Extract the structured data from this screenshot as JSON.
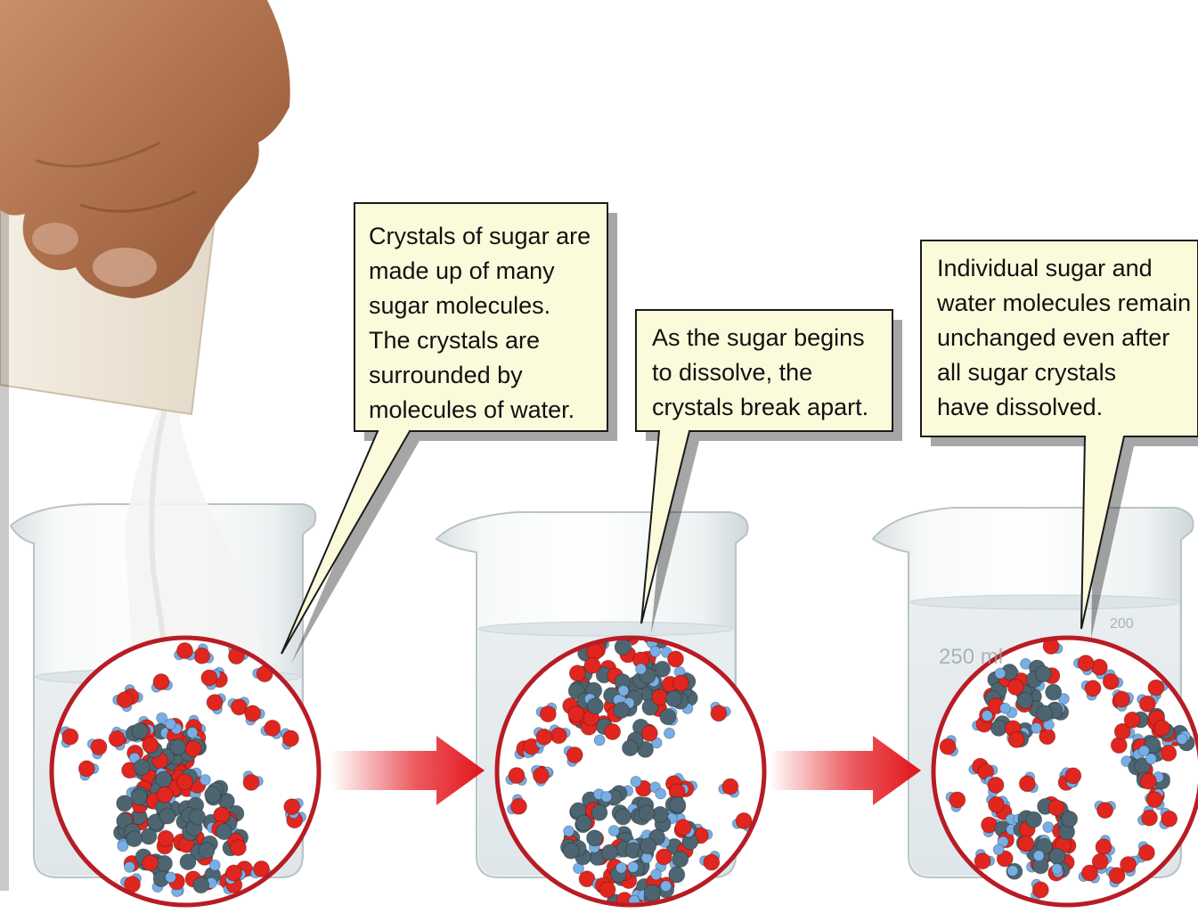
{
  "callouts": {
    "crystals": {
      "lines": [
        "Crystals of sugar are",
        "made up of many",
        "sugar molecules.",
        "The crystals are",
        "surrounded by",
        "molecules of water."
      ]
    },
    "dissolve": {
      "lines": [
        "As the sugar begins",
        "to dissolve, the",
        "crystals break apart."
      ]
    },
    "unchanged": {
      "lines": [
        "Individual sugar and",
        "water molecules remain",
        "unchanged even after",
        "all sugar crystals",
        "have dissolved."
      ]
    }
  },
  "beaker_markings": {
    "volume": "250 ml",
    "graduation": "200"
  },
  "colors": {
    "callout_fill": "#fbfbdc",
    "callout_border": "#1a1a1a",
    "oxygen_atom": "#e0261e",
    "hydrogen_atom": "#78aee6",
    "carbon_atom": "#4d6570",
    "arrow": "#e3141b",
    "magnifier_ring": "#b81c24"
  }
}
